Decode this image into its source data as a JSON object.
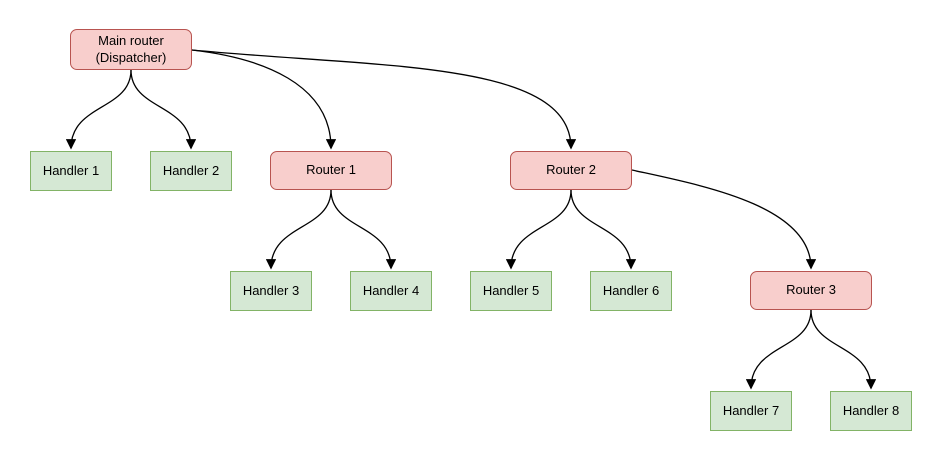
{
  "diagram": {
    "background": "#ffffff",
    "colors": {
      "background": "#ffffff",
      "router_fill": "#f8cecc",
      "router_border": "#b85450",
      "handler_fill": "#d5e8d4",
      "handler_border": "#82b366",
      "edge": "#000000"
    },
    "nodes": [
      {
        "id": "main",
        "type": "router",
        "label": "Main router\n(Dispatcher)"
      },
      {
        "id": "handler1",
        "type": "handler",
        "label": "Handler 1"
      },
      {
        "id": "handler2",
        "type": "handler",
        "label": "Handler 2"
      },
      {
        "id": "router1",
        "type": "router",
        "label": "Router 1"
      },
      {
        "id": "router2",
        "type": "router",
        "label": "Router 2"
      },
      {
        "id": "handler3",
        "type": "handler",
        "label": "Handler 3"
      },
      {
        "id": "handler4",
        "type": "handler",
        "label": "Handler 4"
      },
      {
        "id": "handler5",
        "type": "handler",
        "label": "Handler 5"
      },
      {
        "id": "handler6",
        "type": "handler",
        "label": "Handler 6"
      },
      {
        "id": "router3",
        "type": "router",
        "label": "Router 3"
      },
      {
        "id": "handler7",
        "type": "handler",
        "label": "Handler 7"
      },
      {
        "id": "handler8",
        "type": "handler",
        "label": "Handler 8"
      }
    ],
    "edges": [
      {
        "from": "main",
        "to": "handler1"
      },
      {
        "from": "main",
        "to": "handler2"
      },
      {
        "from": "main",
        "to": "router1"
      },
      {
        "from": "main",
        "to": "router2"
      },
      {
        "from": "router1",
        "to": "handler3"
      },
      {
        "from": "router1",
        "to": "handler4"
      },
      {
        "from": "router2",
        "to": "handler5"
      },
      {
        "from": "router2",
        "to": "handler6"
      },
      {
        "from": "router2",
        "to": "router3"
      },
      {
        "from": "router3",
        "to": "handler7"
      },
      {
        "from": "router3",
        "to": "handler8"
      }
    ]
  }
}
